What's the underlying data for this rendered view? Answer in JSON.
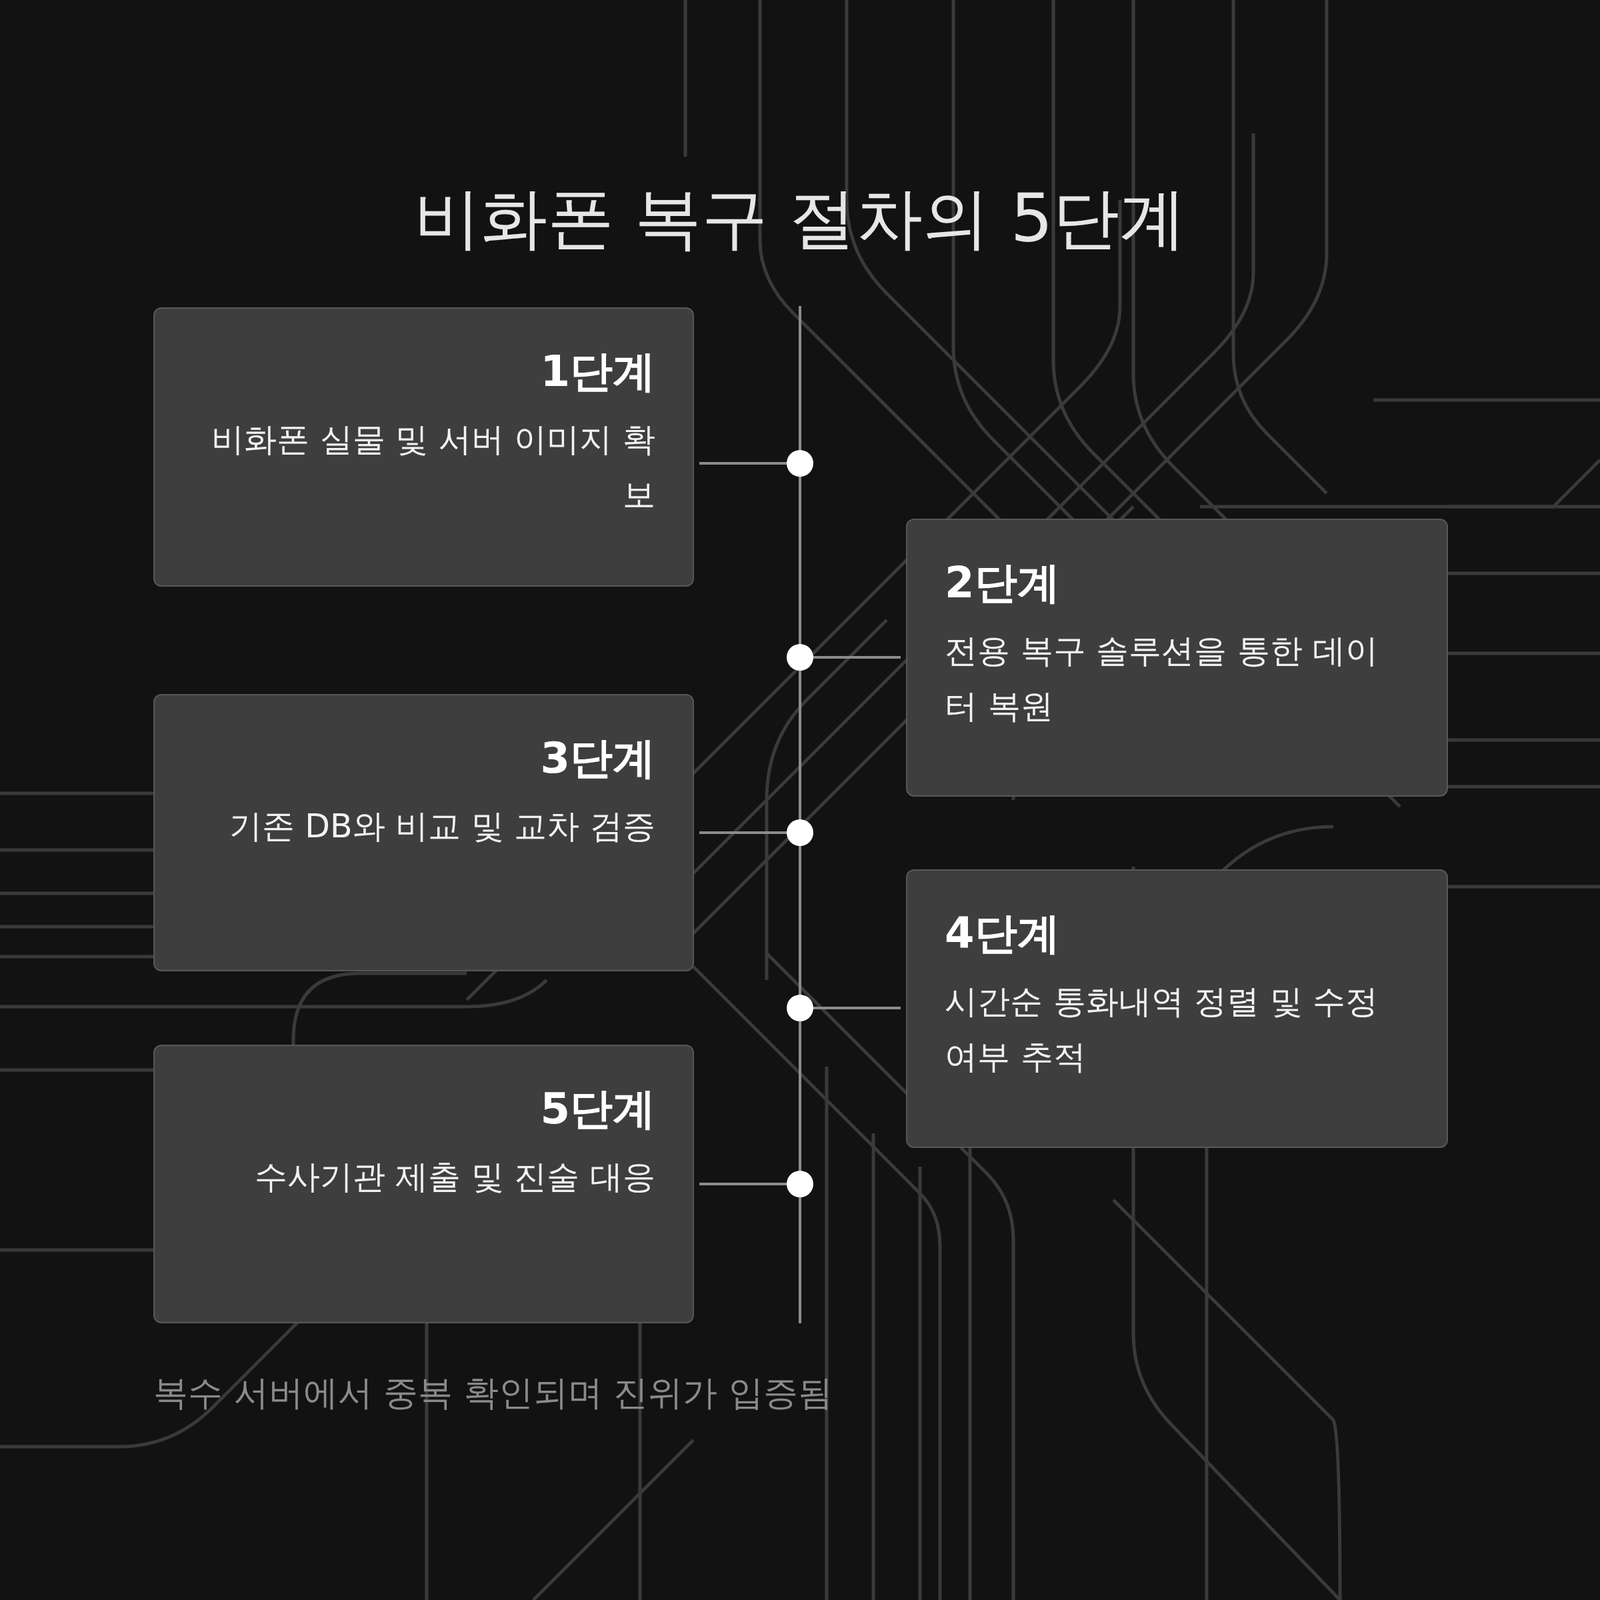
{
  "diagram": {
    "title": "비화폰 복구 절차의 5단계",
    "caption": "복수 서버에서 중복 확인되며 진위가 입증됨",
    "nodes": [
      {
        "text": [
          "1단계",
          "비화폰 실물 및 서버 이미지 확보"
        ]
      },
      {
        "text": [
          "2단계",
          "전용 복구 솔루션을 통한 데이터 복원"
        ]
      },
      {
        "text": [
          "3단계",
          "기존 DB와 비교 및 교차 검증"
        ]
      },
      {
        "text": [
          "4단계",
          "시간순 통화내역 정렬 및 수정 여부 추적"
        ]
      },
      {
        "text": [
          "5단계",
          "수사기관 제출 및 진술 대응"
        ]
      }
    ]
  }
}
